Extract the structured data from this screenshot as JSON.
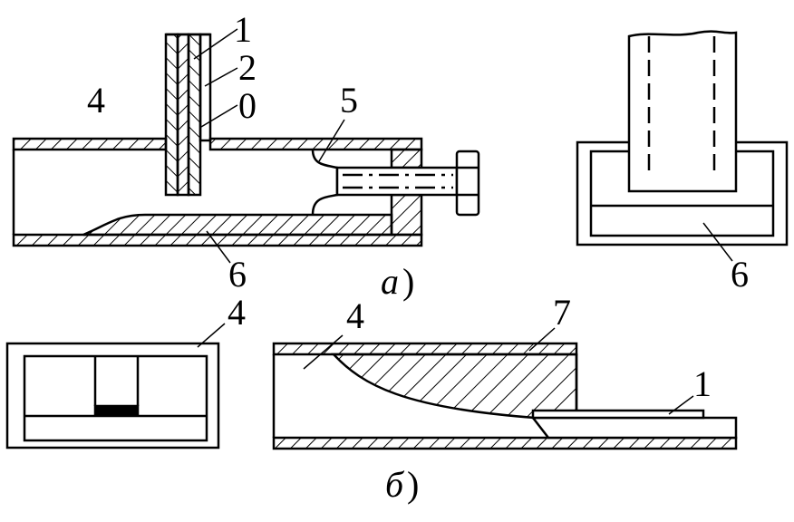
{
  "figure": {
    "labels": {
      "l1_top": "1",
      "l2_top": "2",
      "l0_top": "0",
      "l4_a": "4",
      "l5_a": "5",
      "l6_a": "6",
      "l6_right": "6",
      "l4_b_left": "4",
      "l4_b": "4",
      "l7_b": "7",
      "l1_b": "1"
    },
    "captions": {
      "a_letter": "а",
      "a_paren": ")",
      "b_letter": "б",
      "b_paren": ")"
    },
    "colors": {
      "ink": "#000000",
      "paper": "#ffffff"
    }
  }
}
